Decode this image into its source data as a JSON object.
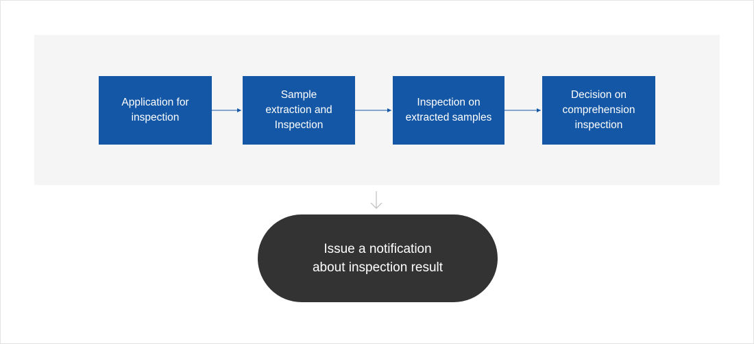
{
  "diagram": {
    "steps": [
      {
        "label": "Application for\ninspection"
      },
      {
        "label": "Sample\nextraction and\nInspection"
      },
      {
        "label": "Inspection on\nextracted samples"
      },
      {
        "label": "Decision on\ncomprehension\ninspection"
      }
    ],
    "result": {
      "label": "Issue a notification\nabout inspection result"
    },
    "colors": {
      "step_fill": "#1457a6",
      "result_fill": "#333333",
      "panel_fill": "#f5f5f5",
      "arrow": "#1457a6",
      "down_arrow": "#bdbdbd"
    }
  }
}
